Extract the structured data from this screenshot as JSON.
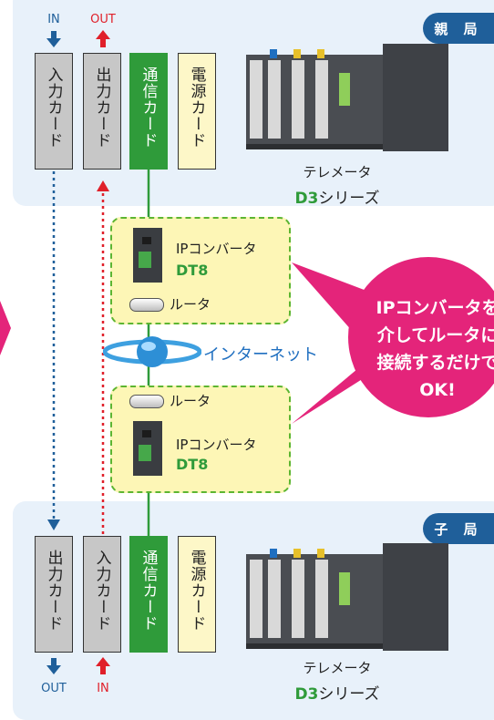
{
  "top": {
    "badge": "親 局",
    "io": {
      "in": "IN",
      "out": "OUT"
    },
    "cards": [
      "入力カード",
      "出力カード",
      "通信カード",
      "電源カード"
    ],
    "plc_caption": {
      "line1": "テレメータ",
      "model": "D3",
      "series": "シリーズ"
    }
  },
  "bottom": {
    "badge": "子 局",
    "io": {
      "out": "OUT",
      "in": "IN"
    },
    "cards": [
      "出力カード",
      "入力カード",
      "通信カード",
      "電源カード"
    ],
    "plc_caption": {
      "line1": "テレメータ",
      "model": "D3",
      "series": "シリーズ"
    }
  },
  "network": {
    "converter_top": {
      "title": "IPコンバータ",
      "model": "DT8"
    },
    "router_top": "ルータ",
    "internet": "インターネット",
    "router_bottom": "ルータ",
    "converter_bottom": {
      "title": "IPコンバータ",
      "model": "DT8"
    }
  },
  "callout": {
    "lines": [
      "IPコンバータを",
      "介してルータに",
      "接続するだけで",
      "OK!"
    ]
  },
  "colors": {
    "panel": "#e8f1fa",
    "badge": "#1f5f9a",
    "green": "#2f9b3a",
    "callout": "#e4247a",
    "in_arrow": "#1f5f9a",
    "out_arrow": "#e0202a"
  }
}
